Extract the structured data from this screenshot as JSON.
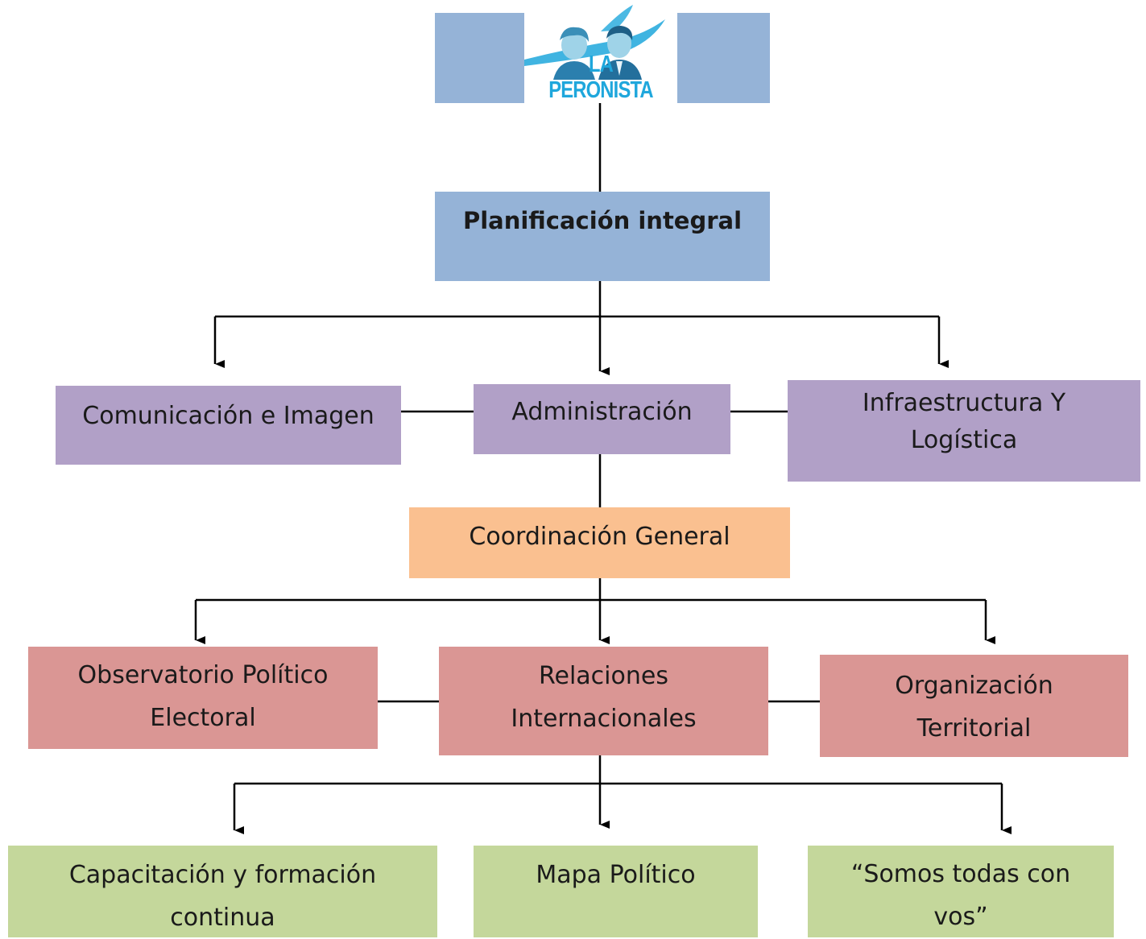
{
  "logo": {
    "text": "LA PERONISTA",
    "accent_color": "#1fa7dc"
  },
  "nodes": {
    "planificacion": "Planificación integral",
    "comunicacion": "Comunicación e Imagen",
    "administracion": "Administración",
    "infraestructura": "Infraestructura Y\nLogística",
    "coordinacion": "Coordinación General",
    "observatorio": "Observatorio Político\nElectoral",
    "relaciones": "Relaciones\nInternacionales",
    "organizacion": "Organización\nTerritorial",
    "capacitacion": "Capacitación y formación\ncontinua",
    "mapa": "Mapa Político",
    "somos": "“Somos todas con\nvos”"
  },
  "colors": {
    "blue": "#95b3d7",
    "purple": "#b1a0c7",
    "orange": "#fac090",
    "red": "#da9694",
    "green": "#c4d79b"
  }
}
